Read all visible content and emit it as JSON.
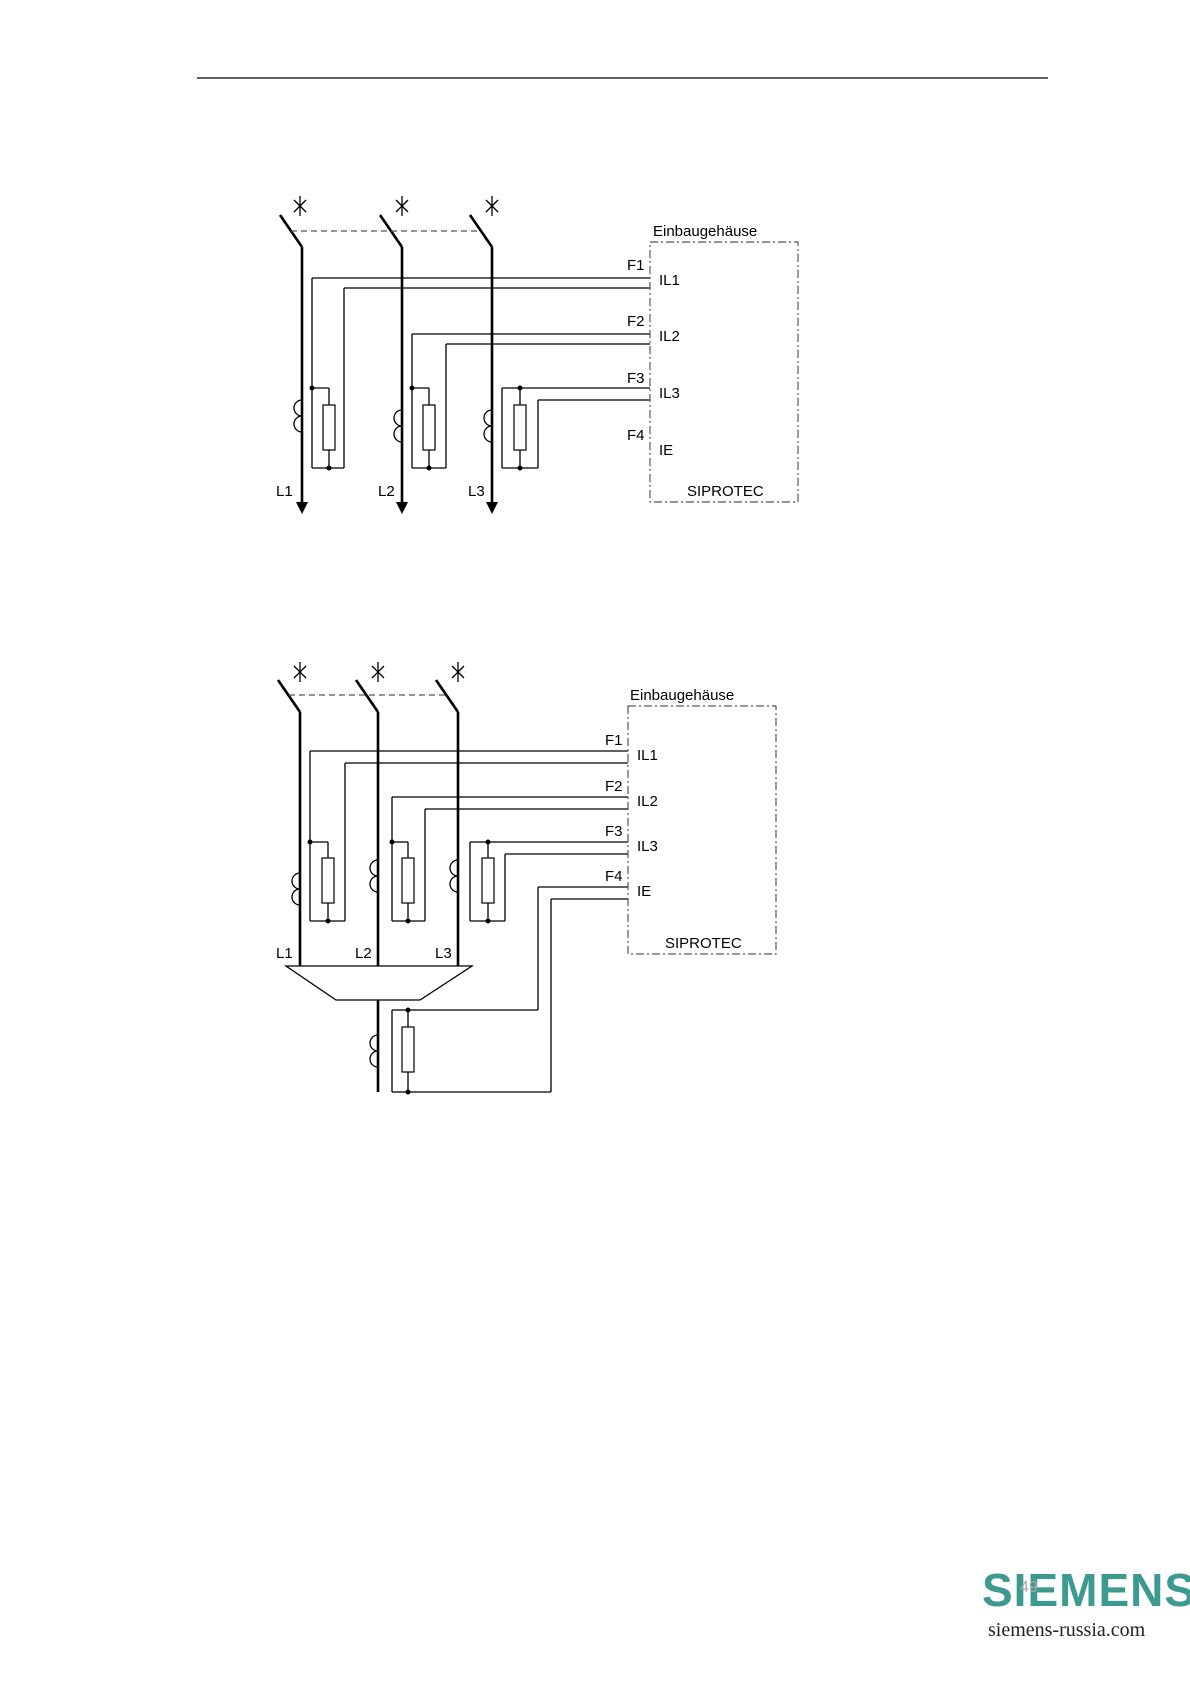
{
  "colors": {
    "brand": "#3c9a90",
    "line": "#000000",
    "dashed": "#555555"
  },
  "header_rule": true,
  "diagrams": [
    {
      "housing_label": "Einbaugehäuse",
      "device_label": "SIPROTEC",
      "phases": [
        "L1",
        "L2",
        "L3"
      ],
      "fuses": [
        "F1",
        "F2",
        "F3",
        "F4"
      ],
      "inputs": [
        "IL1",
        "IL2",
        "IL3",
        "IE"
      ]
    },
    {
      "housing_label": "Einbaugehäuse",
      "device_label": "SIPROTEC",
      "phases": [
        "L1",
        "L2",
        "L3"
      ],
      "fuses": [
        "F1",
        "F2",
        "F3",
        "F4"
      ],
      "inputs": [
        "IL1",
        "IL2",
        "IL3",
        "IE"
      ]
    }
  ],
  "footer": {
    "page_number": "49",
    "logo_text": "SIEMENS",
    "website": "siemens-russia.com"
  }
}
